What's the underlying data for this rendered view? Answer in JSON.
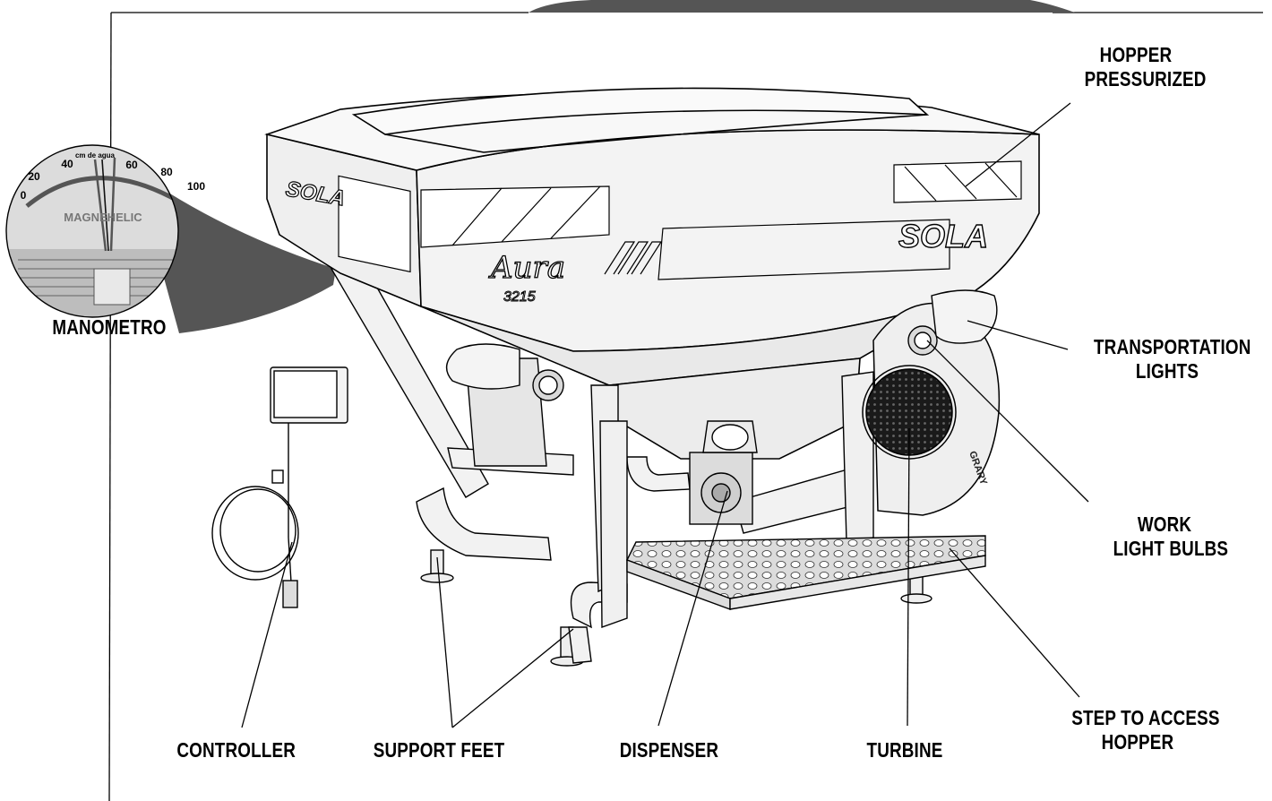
{
  "callouts": {
    "hopper_pressurized": [
      "HOPPER",
      "PRESSURIZED"
    ],
    "transportation_lights": [
      "TRANSPORTATION",
      "LIGHTS"
    ],
    "work_light_bulbs": [
      "WORK",
      "LIGHT BULBS"
    ],
    "step_to_access_hopper": [
      "STEP TO ACCESS",
      "HOPPER"
    ],
    "turbine": "TURBINE",
    "dispenser": "DISPENSER",
    "support_feet": "SUPPORT FEET",
    "controller": "CONTROLLER",
    "manometro": "MANOMETRO"
  },
  "gauge": {
    "unit": "cm de agua",
    "brand": "MAGNEHELIC",
    "scale": [
      "0",
      "20",
      "40",
      "60",
      "80",
      "100"
    ]
  },
  "machine": {
    "brand_logo": "SOLA",
    "model_name": "Aura",
    "model_number": "3215",
    "turbine_brand": "GRARY"
  },
  "colors": {
    "line": "#000000",
    "fill": "#e6e6e6",
    "inset_shadow": "#555555"
  }
}
